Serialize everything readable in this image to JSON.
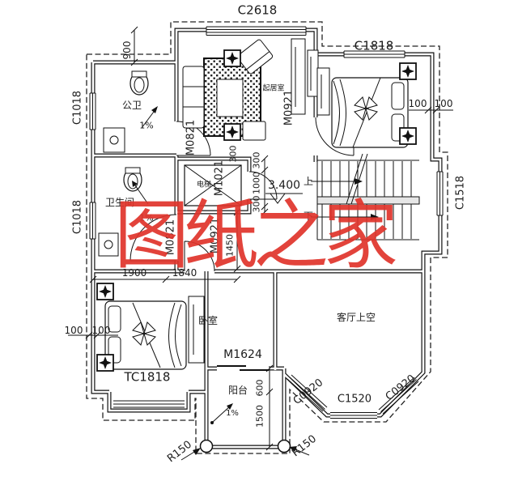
{
  "watermark": {
    "text": "图纸之家"
  },
  "level": {
    "value": "3.400"
  },
  "rooms": {
    "public_bath": "公卫",
    "bathroom": "卫生间",
    "sitting_area": "起居室",
    "bedroom_left": "卧室",
    "balcony": "阳台",
    "living_void": "客厅上空",
    "elevator": "电梯"
  },
  "stairs": {
    "up": "上",
    "down": "下"
  },
  "slopes": {
    "a": "1%",
    "b": "1%",
    "c": "1%"
  },
  "doors": {
    "m0821_top": "M0821",
    "m0821_bottom": "M0821",
    "m0921_top": "M0921",
    "m0921_bottom": "M0921",
    "m1021": "M1021",
    "m1624": "M1624"
  },
  "windows": {
    "c2618": "C2618",
    "c1818": "C1818",
    "c1018_top": "C1018",
    "c1018_bottom": "C1018",
    "c1518": "C1518",
    "tc1818": "TC1818",
    "c1520": "C1520",
    "c0920_left": "C0920",
    "c0920_right": "C0920"
  },
  "dims": {
    "d900": "900",
    "d300_sofa": "300",
    "d300_top": "300",
    "d1000": "1000",
    "d300_bottom": "300",
    "d1450": "1450",
    "d1900": "1900",
    "d1840": "1840",
    "d100_right_in": "100",
    "d100_right_out": "100",
    "d100_left_out": "100",
    "d100_left_in": "100",
    "d600": "600",
    "d1500": "1500",
    "r150_left": "R150",
    "r150_right": "R150"
  }
}
